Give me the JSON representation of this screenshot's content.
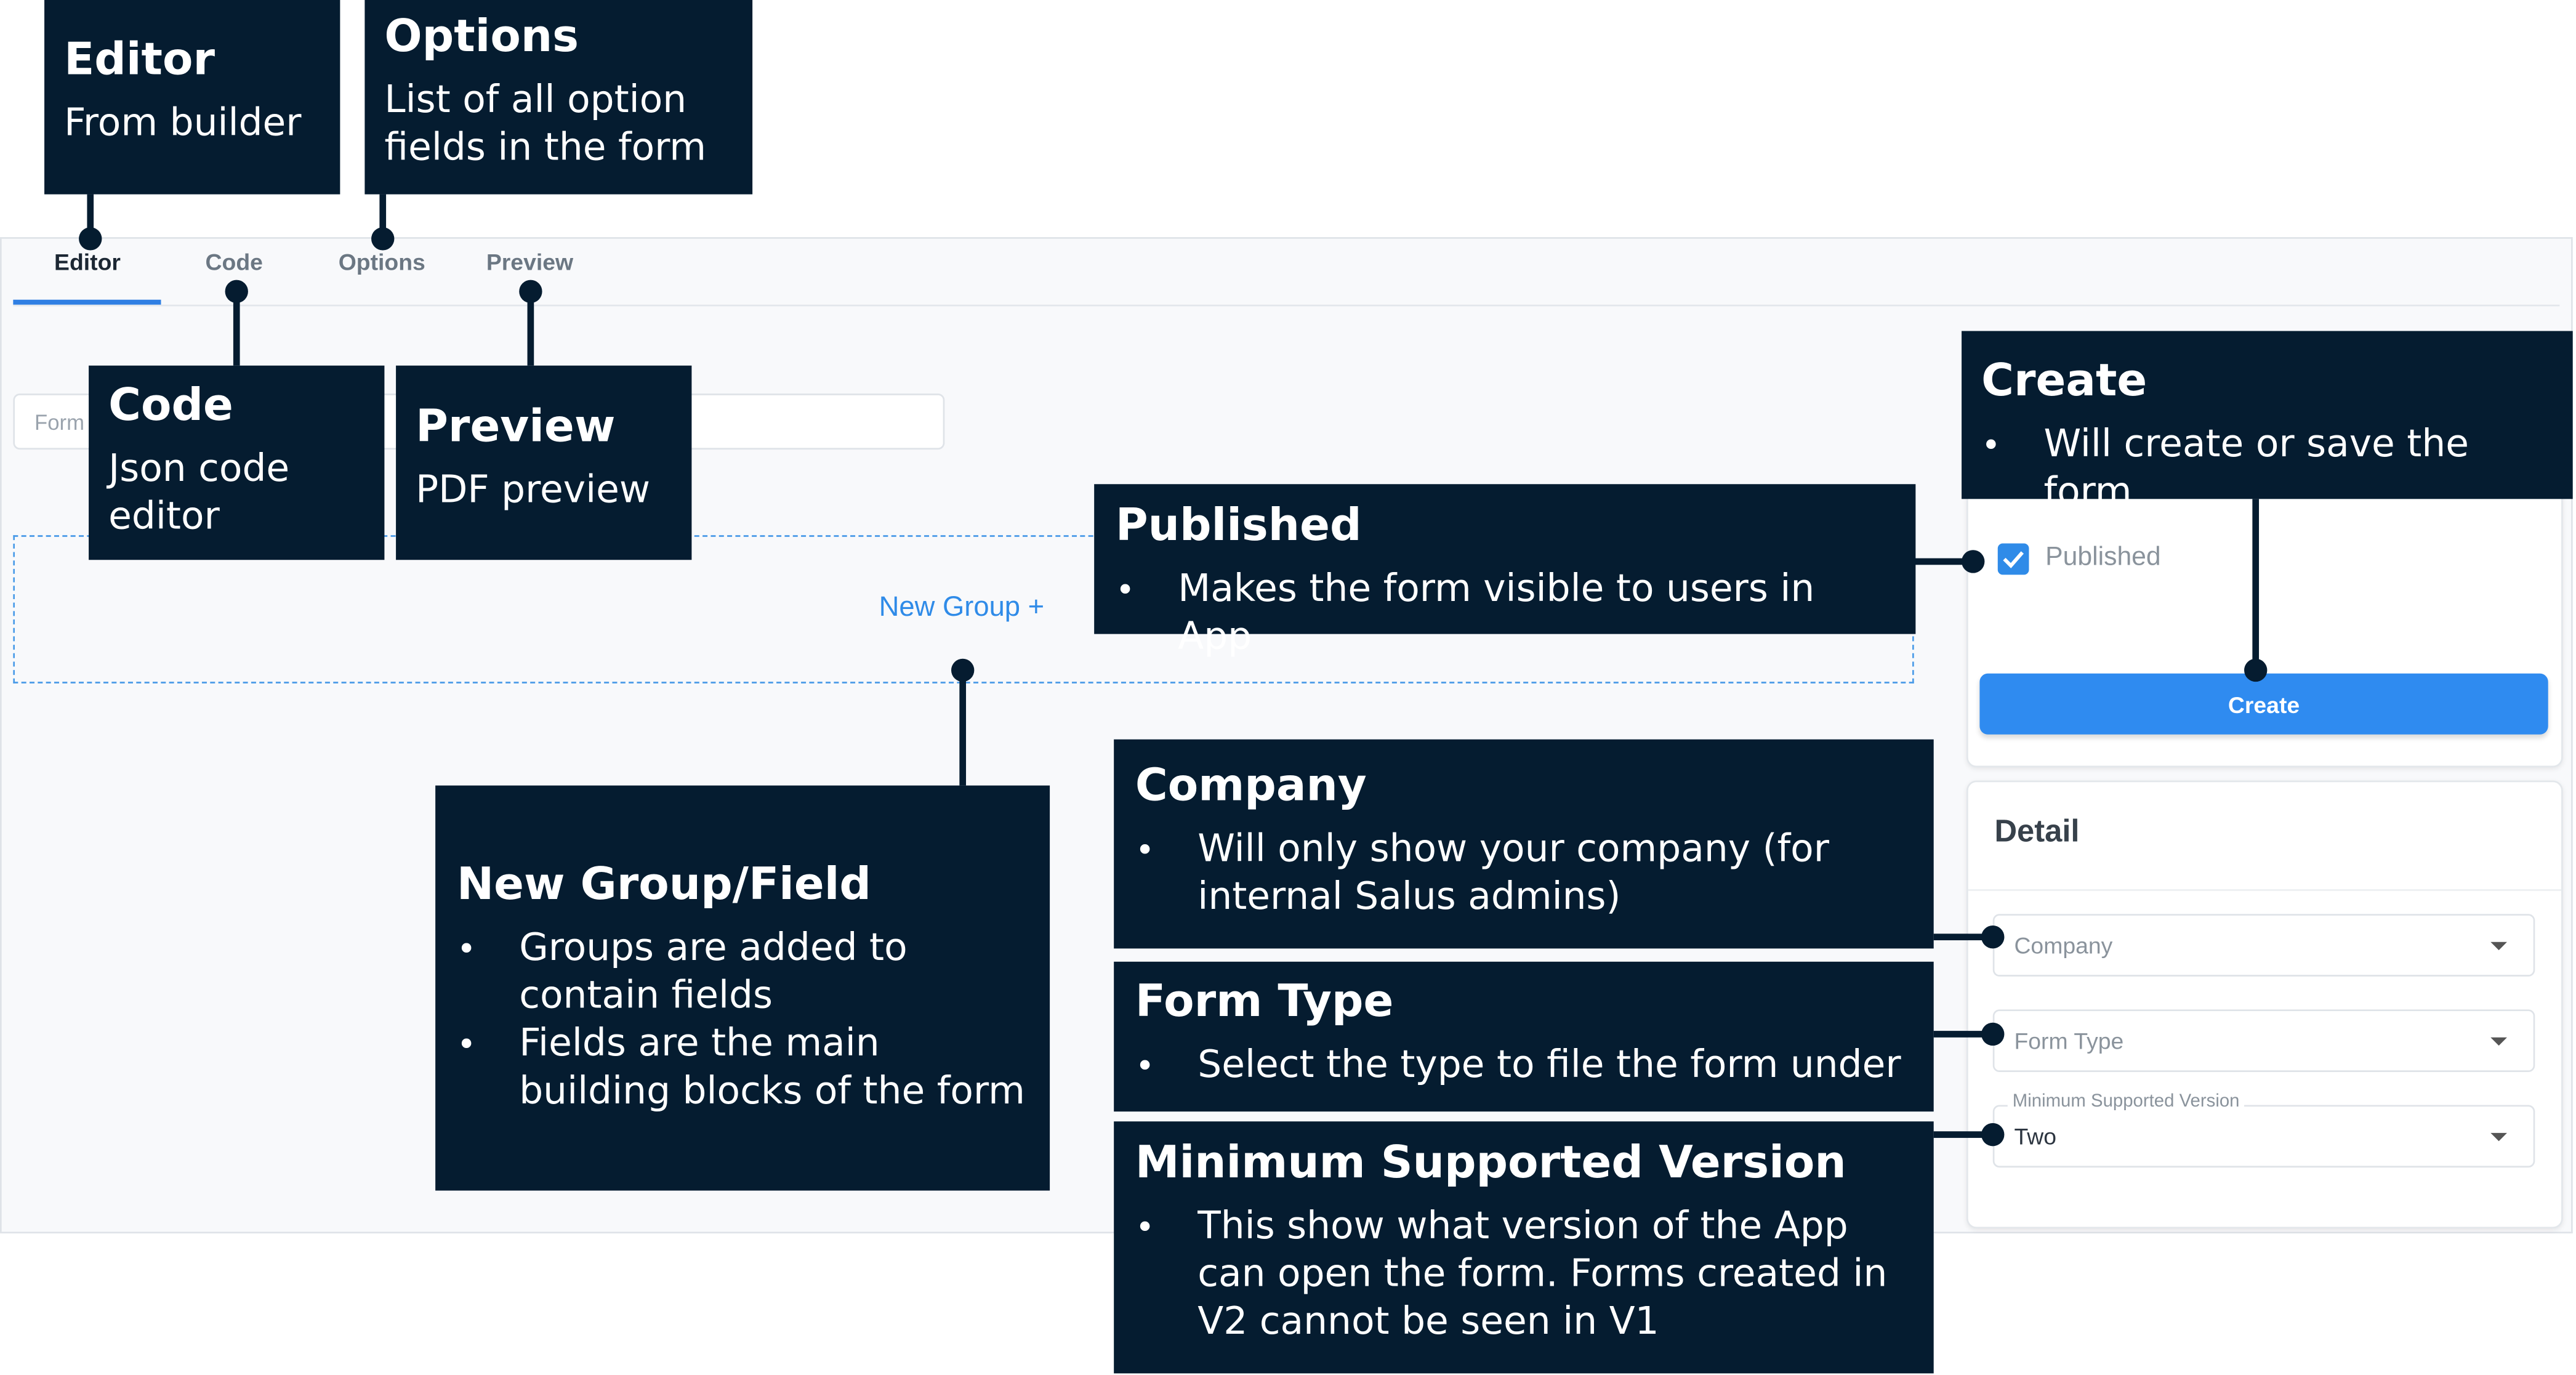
{
  "tabs": [
    {
      "label": "Editor",
      "active": true
    },
    {
      "label": "Code",
      "active": false
    },
    {
      "label": "Options",
      "active": false
    },
    {
      "label": "Preview",
      "active": false
    }
  ],
  "editor": {
    "form_name_placeholder": "Form",
    "new_group_label": "New Group +"
  },
  "sidebar": {
    "published_label": "Published",
    "published_checked": true,
    "create_label": "Create",
    "detail_title": "Detail",
    "company_placeholder": "Company",
    "form_type_placeholder": "Form Type",
    "min_version_label": "Minimum Supported Version",
    "min_version_value": "Two"
  },
  "callouts": {
    "editor": {
      "title": "Editor",
      "desc": "From builder"
    },
    "options": {
      "title": "Options",
      "desc": "List of all option fields in the form"
    },
    "code": {
      "title": "Code",
      "desc": "Json code editor"
    },
    "preview": {
      "title": "Preview",
      "desc": "PDF preview"
    },
    "create": {
      "title": "Create",
      "bullets": [
        "Will create or save the form"
      ]
    },
    "published": {
      "title": "Published",
      "bullets": [
        "Makes the form visible to users in App"
      ]
    },
    "new_group": {
      "title": "New Group/Field",
      "bullets": [
        "Groups are added to contain fields",
        "Fields are the main building blocks of the form"
      ]
    },
    "company": {
      "title": "Company",
      "bullets": [
        "Will only show your company (for internal Salus admins)"
      ]
    },
    "form_type": {
      "title": "Form Type",
      "bullets": [
        "Select the type to file the form under"
      ]
    },
    "min_version": {
      "title": "Minimum Supported Version",
      "bullets": [
        "This show what version of the App can open the form. Forms created in V2 cannot be seen in V1"
      ]
    }
  },
  "colors": {
    "callout_bg": "#051c30",
    "accent_blue": "#2f8bf0",
    "page_bg": "#f8f9fb"
  }
}
